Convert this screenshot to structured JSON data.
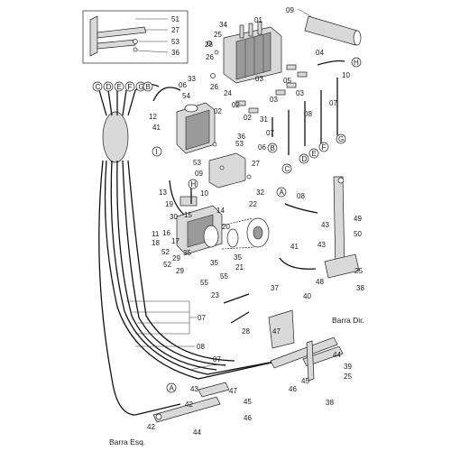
{
  "inset": {
    "labels": [
      "51",
      "27",
      "53",
      "36"
    ]
  },
  "callouts": {
    "n01": "01",
    "n09": "09",
    "n34": "34",
    "n25a": "25",
    "n28": "28",
    "n26": "26",
    "n04": "04",
    "n10a": "10",
    "n33": "33",
    "n06a": "06",
    "n54": "54",
    "n26b": "26",
    "n24": "24",
    "n02a": "02",
    "n03a": "03",
    "n05": "05",
    "n03b": "03",
    "n07a": "07",
    "n08a": "08",
    "n12": "12",
    "n41a": "41",
    "n02b": "02",
    "n03c": "03",
    "n31": "31",
    "n02c": "02",
    "n07b": "07",
    "n36": "36",
    "n53a": "53",
    "n06b": "06",
    "n53b": "53",
    "n27": "27",
    "n32": "32",
    "n09b": "09",
    "n13": "13",
    "n10b": "10",
    "n19": "19",
    "n30": "30",
    "n15": "15",
    "n14": "14",
    "n22": "22",
    "n20": "20",
    "n11": "11",
    "n16": "16",
    "n18": "18",
    "n17": "17",
    "n52a": "52",
    "n29a": "29",
    "n35a": "35",
    "n29b": "29",
    "n52b": "52",
    "n35b": "35",
    "n55a": "55",
    "n55b": "55",
    "n21": "21",
    "n35c": "35",
    "n08b": "08",
    "n49": "49",
    "n43a": "43",
    "n50": "50",
    "n41b": "41",
    "n43b": "43",
    "n48": "48",
    "n25b": "25",
    "n38a": "38",
    "n23": "23",
    "n37": "37",
    "n40": "40",
    "n07c": "07",
    "n28b": "28",
    "n47a": "47",
    "n08c": "08",
    "n44a": "44",
    "n07d": "07",
    "n39": "39",
    "n25c": "25",
    "n45a": "45",
    "n46a": "46",
    "n38b": "38",
    "n43c": "43",
    "n47b": "47",
    "n42a": "42",
    "n45b": "45",
    "n46b": "46",
    "n42b": "42",
    "n44b": "44"
  },
  "connectors": {
    "left_top": [
      "C",
      "D",
      "E",
      "F",
      "G"
    ],
    "b_label": "B",
    "h_top": "H",
    "i_left": "I",
    "bottom_series": [
      "B",
      "C",
      "D",
      "E",
      "F",
      "G"
    ],
    "a_right": "A",
    "a_bottom": "A",
    "h_mid": "H"
  },
  "captions": {
    "right": "Barra Dir.",
    "left": "Barra Esq."
  }
}
